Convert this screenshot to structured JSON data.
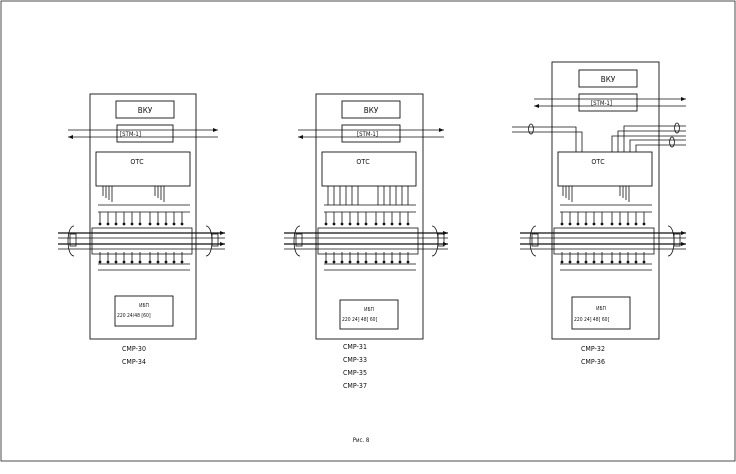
{
  "figure": {
    "caption": "Рис. 8",
    "units": [
      {
        "id": "left",
        "top_box": "ВКУ",
        "stm_box": "[STM-1]",
        "otc_box": "ОТС",
        "power_box_title": "ИБП",
        "power_box_sub": "220 24/48 [60]",
        "names": [
          "СМР-30",
          "СМР-34"
        ]
      },
      {
        "id": "middle",
        "top_box": "ВКУ",
        "stm_box": "[STM-1]",
        "otc_box": "ОТС",
        "power_box_title": "ИБП",
        "power_box_sub": "220 24] 48] 60]",
        "names": [
          "СМР-31",
          "СМР-33",
          "СМР-35",
          "СМР-37"
        ]
      },
      {
        "id": "right",
        "top_box": "ВКУ",
        "stm_box": "[STM-1]",
        "otc_box": "ОТС",
        "power_box_title": "ИБП",
        "power_box_sub": "220 24] 48] 60]",
        "names": [
          "СМР-32",
          "СМР-36"
        ]
      }
    ]
  }
}
